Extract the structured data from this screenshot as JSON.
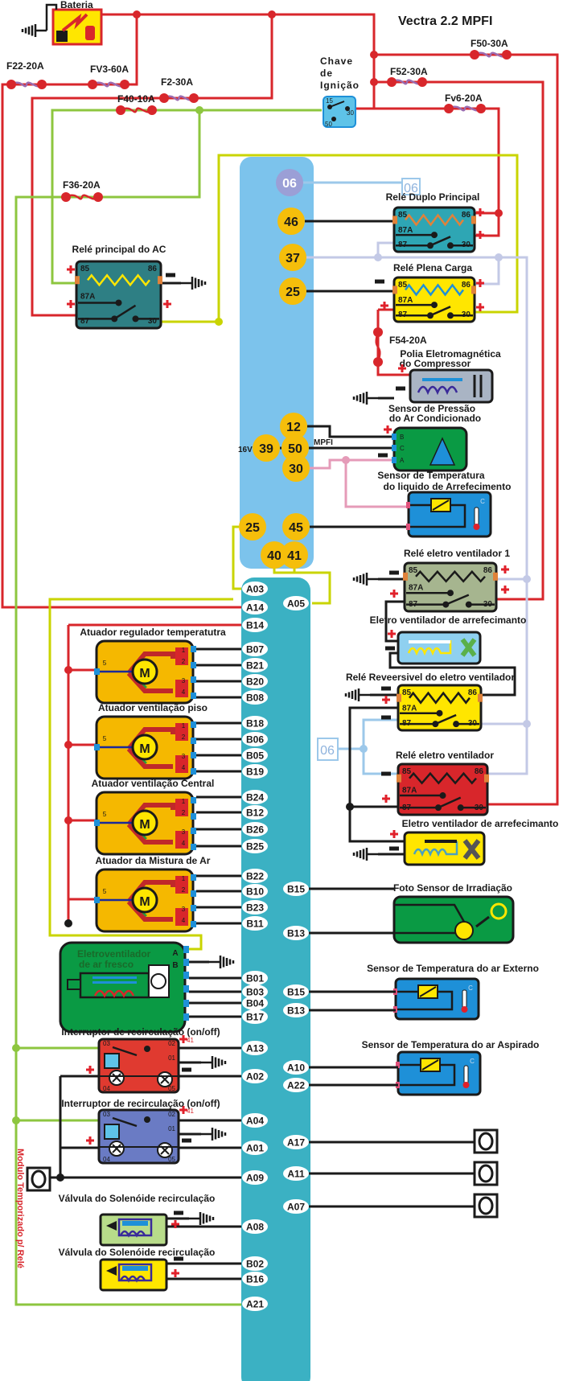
{
  "title": "Vectra 2.2 MPFI",
  "battery": {
    "label": "Bateria"
  },
  "ignition": {
    "label": [
      "Chave",
      "de",
      "Ignição"
    ],
    "pins": [
      "15",
      "30",
      "50"
    ]
  },
  "fuses": {
    "f22": "F22-20A",
    "fv3": "FV3-60A",
    "f2": "F2-30A",
    "f40": "F40-10A",
    "f36": "F36-20A",
    "f50": "F50-30A",
    "f52": "F52-30A",
    "fv6": "Fv6-20A",
    "f54": "F54-20A"
  },
  "ecu": {
    "pins": [
      "06",
      "46",
      "37",
      "25",
      "12",
      "39",
      "50",
      "30",
      "25",
      "45",
      "40",
      "41"
    ],
    "voltage": "16V",
    "mpfi": "MPFI"
  },
  "module": {
    "left": [
      "A03",
      "A14",
      "B14",
      "B07",
      "B21",
      "B20",
      "B08",
      "B18",
      "B06",
      "B05",
      "B19",
      "B24",
      "B12",
      "B26",
      "B25",
      "B22",
      "B10",
      "B23",
      "B11",
      "B01",
      "B03",
      "B04",
      "B17",
      "A13",
      "A02",
      "A04",
      "A01",
      "A09",
      "A08",
      "B02",
      "B16",
      "A21"
    ],
    "right": [
      "A05",
      "B15",
      "B13",
      "B15",
      "B13",
      "A10",
      "A22",
      "A17",
      "A11",
      "A07"
    ]
  },
  "refs": {
    "r06": "06",
    "switch_ref": "41"
  },
  "relay_pins": {
    "p85": "85",
    "p86": "86",
    "p87a": "87A",
    "p87": "87",
    "p30": "30"
  },
  "actuator": {
    "motor": "M",
    "pins": [
      "1",
      "2",
      "3",
      "4",
      "5"
    ]
  },
  "switch_pins": [
    "03",
    "02",
    "01",
    "04",
    "05"
  ],
  "fan_pins": [
    "A",
    "B"
  ],
  "sensor_pins": [
    "B",
    "C",
    "A"
  ],
  "sensor_c": "C",
  "components": {
    "relay_ac": "Relé principal do AC",
    "relay_duplo": "Relé Duplo Principal",
    "relay_plena": "Relé Plena Carga",
    "polia": [
      "Polia Eletromagnética",
      "do Compressor"
    ],
    "pressao": [
      "Sensor de Pressão",
      "do Ar Condicionado"
    ],
    "temp_liquido": [
      "Sensor de Temperatura",
      "do liquido de Arrefecimento"
    ],
    "relay_vent1": "Relé eletro ventilador 1",
    "fan1": "Eletro ventilador de arrefecimanto",
    "relay_rev": "Relé Reveersivel do eletro ventilador",
    "relay_vent": "Relé eletro ventilador",
    "fan2": "Eletro ventilador de arrefecimanto",
    "foto": "Foto Sensor de Irradiação",
    "temp_ext": "Sensor de Temperatura  do ar Externo",
    "temp_asp": "Sensor de Temperatura  do ar Aspirado",
    "act_temp": "Atuador regulador temperatutra",
    "act_piso": "Atuador ventilação piso",
    "act_central": "Atuador ventilação Central",
    "act_mistura": "Atuador da Mistura de Ar",
    "fresh_fan": [
      "Eletroventilador",
      "de ar fresco"
    ],
    "switch1": "Interruptor de recirculação (on/off)",
    "switch2": "Interruptor de recirculação (on/off)",
    "valve1": "Válvula do Solenóide recirculação",
    "valve2": "Válvula do Solenóide recirculação"
  },
  "side_label": "Modulo Temporizado p/ Relé",
  "colors": {
    "power": "#d8262b",
    "ignition": "#8dc63f",
    "yellow_wire": "#c9d400",
    "ground": "#1a1a1a",
    "pink": "#e59bb8",
    "light_blue": "#9cc8ea",
    "lavender": "#c3c9e6",
    "ecu_panel": "#7cc3ec",
    "module_panel": "#3bb1c3",
    "pin_fill": "#f5be0b"
  }
}
